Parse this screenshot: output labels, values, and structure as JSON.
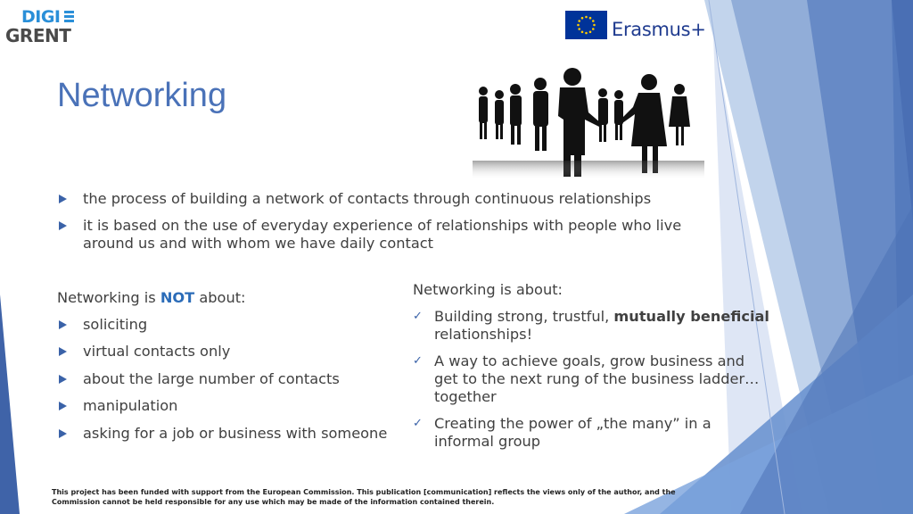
{
  "logo": {
    "line1": "DIGI",
    "line2": "GRENT"
  },
  "erasmus": {
    "text": "Erasmus+",
    "flag_color": "#003399",
    "star_color": "#ffcc00"
  },
  "title": "Networking",
  "bullets": [
    "the process of building a network of contacts through continuous relationships",
    "it is based on the use of everyday experience of relationships with people who live around us and with whom we have daily contact"
  ],
  "not_section": {
    "prefix": "Networking is ",
    "emphasis": "NOT",
    "suffix": " about:",
    "items": [
      "soliciting",
      "virtual contacts only",
      "about the large number of contacts",
      "manipulation",
      "asking for a job or business with someone"
    ]
  },
  "about_section": {
    "heading": "Networking is about:",
    "check_glyph": "✓",
    "item1": {
      "pre": "Building strong, trustful, ",
      "bold": "mutually beneficial",
      "post": " relationships!"
    },
    "item2": "A way to achieve goals, grow business and get to the next rung of the business ladder… together",
    "item3": "Creating the power of „the many” in a informal group"
  },
  "footer": "This project has been funded with support from the European Commission. This publication [communication] reflects the views only of the author, and the Commission cannot be held responsible for any use which may be made of the information contained therein.",
  "colors": {
    "accent": "#4a72b8",
    "bullet": "#3a62a8",
    "emphasis": "#2b6cb8"
  }
}
